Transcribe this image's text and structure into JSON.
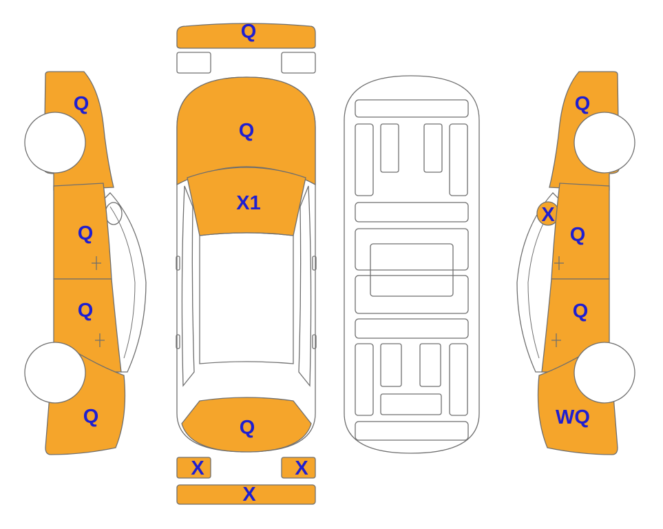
{
  "colors": {
    "panel_fill": "#f5a52b",
    "outline": "#6e6e6e",
    "label": "#1f1fd0",
    "background": "#ffffff"
  },
  "labels": {
    "front_bumper": "Q",
    "hood": "Q",
    "windshield": "X1",
    "trunk": "Q",
    "rear_light_left": "X",
    "rear_light_right": "X",
    "rear_bumper": "X",
    "left_front_fender": "Q",
    "left_front_door": "Q",
    "left_rear_door": "Q",
    "left_rear_quarter": "Q",
    "right_front_fender": "Q",
    "right_mirror": "X",
    "right_front_door": "Q",
    "right_rear_door": "Q",
    "right_rear_quarter": "WQ"
  }
}
